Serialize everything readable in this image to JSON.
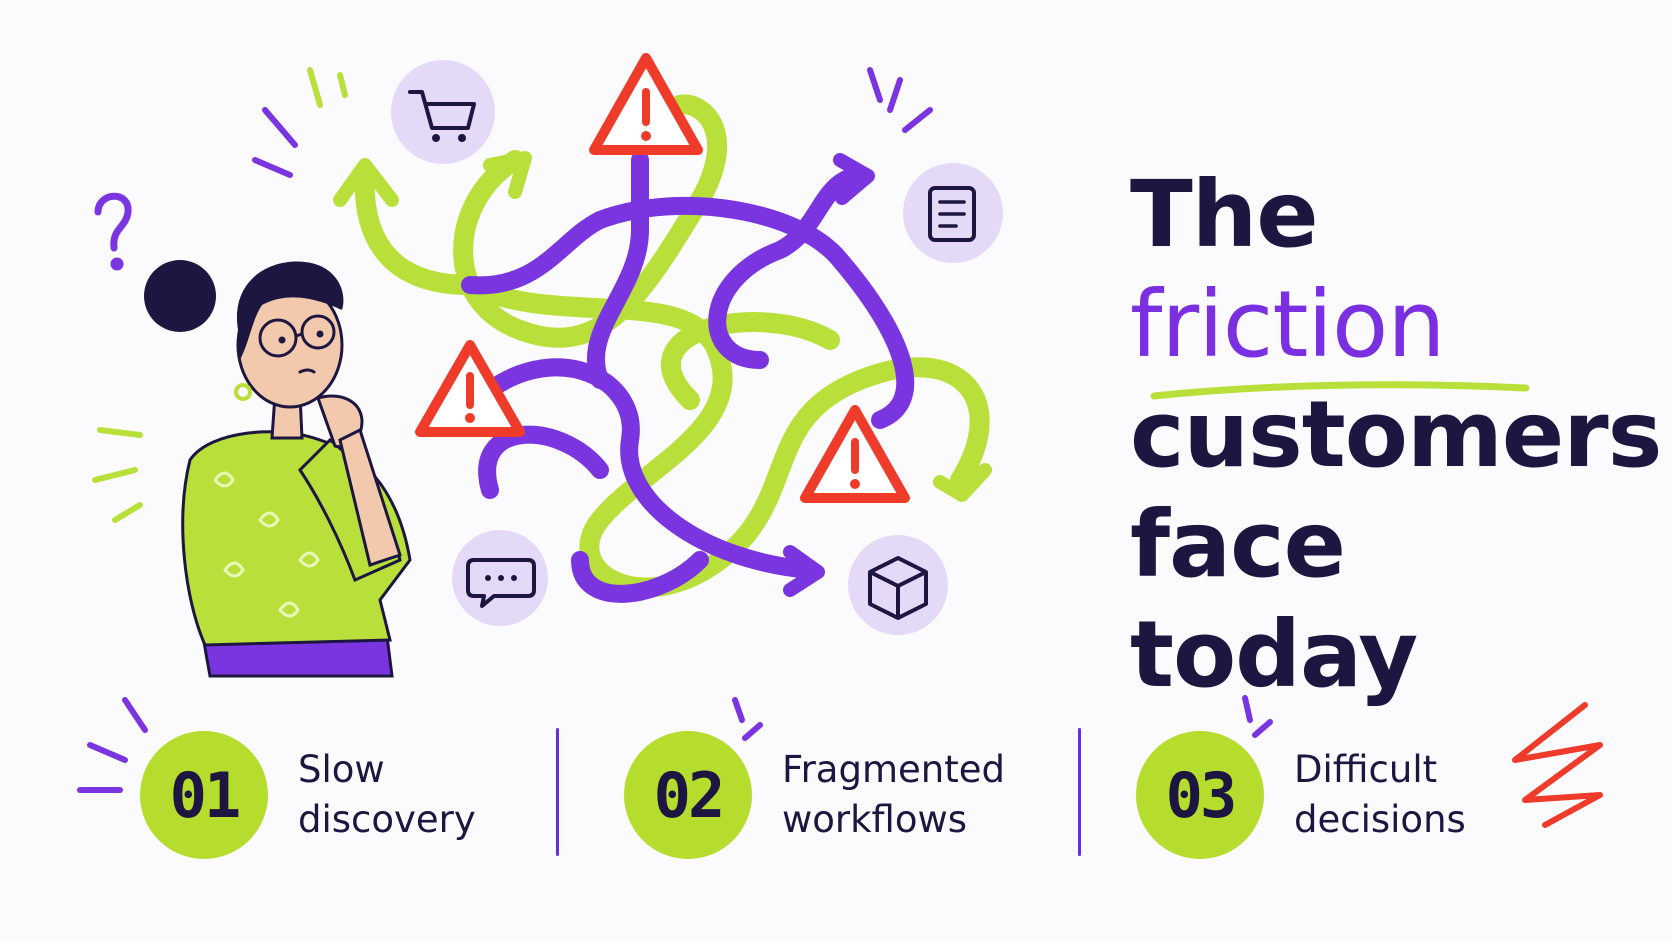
{
  "headline": {
    "line1": "The",
    "line2": "friction",
    "line3": "customers",
    "line4": "face today"
  },
  "steps": [
    {
      "number": "01",
      "line1": "Slow",
      "line2": "discovery"
    },
    {
      "number": "02",
      "line1": "Fragmented",
      "line2": "workflows"
    },
    {
      "number": "03",
      "line1": "Difficult",
      "line2": "decisions"
    }
  ],
  "icons": [
    "cart-icon",
    "document-icon",
    "chat-icon",
    "box-icon",
    "warning-icon",
    "question-mark-icon"
  ],
  "colors": {
    "purple": "#7a2fe0",
    "lime": "#b6dc2e",
    "navy": "#1c1640",
    "warning_red": "#ef3b2a",
    "icon_bg": "#e4daf7"
  }
}
